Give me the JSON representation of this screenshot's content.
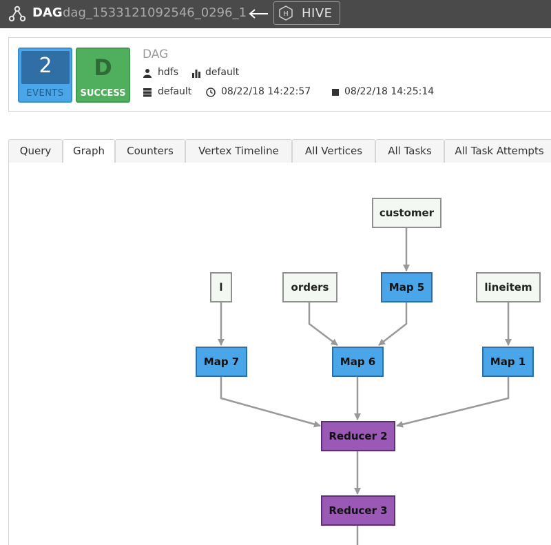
{
  "header": {
    "title": "DAG",
    "dag_id": "dag_1533121092546_0296_1",
    "source_badge": "HIVE"
  },
  "summary": {
    "events_count": "2",
    "events_label": "EVENTS",
    "status_letter": "D",
    "status_label": "SUCCESS",
    "type_label": "DAG",
    "user": "hdfs",
    "queue": "default",
    "database": "default",
    "start_time": "08/22/18 14:22:57",
    "end_time": "08/22/18 14:25:14"
  },
  "tabs": [
    {
      "label": "Query",
      "active": false
    },
    {
      "label": "Graph",
      "active": true
    },
    {
      "label": "Counters",
      "active": false
    },
    {
      "label": "Vertex Timeline",
      "active": false
    },
    {
      "label": "All Vertices",
      "active": false
    },
    {
      "label": "All Tasks",
      "active": false
    },
    {
      "label": "All Task Attempts",
      "active": false
    }
  ],
  "graph": {
    "nodes": {
      "customer": "customer",
      "l": "l",
      "orders": "orders",
      "map5": "Map 5",
      "lineitem": "lineitem",
      "map7": "Map 7",
      "map6": "Map 6",
      "map1": "Map 1",
      "reducer2": "Reducer 2",
      "reducer3": "Reducer 3"
    },
    "edges": [
      [
        "customer",
        "map5"
      ],
      [
        "l",
        "map7"
      ],
      [
        "orders",
        "map6"
      ],
      [
        "map5",
        "map6"
      ],
      [
        "lineitem",
        "map1"
      ],
      [
        "map7",
        "reducer2"
      ],
      [
        "map6",
        "reducer2"
      ],
      [
        "map1",
        "reducer2"
      ],
      [
        "reducer2",
        "reducer3"
      ]
    ]
  },
  "colors": {
    "topbar": "#4a4a4a",
    "map_node": "#4aa6e8",
    "reducer_node": "#9b59b6",
    "source_node": "#f4f8f2",
    "success": "#4faf5c",
    "edge": "#999999"
  }
}
